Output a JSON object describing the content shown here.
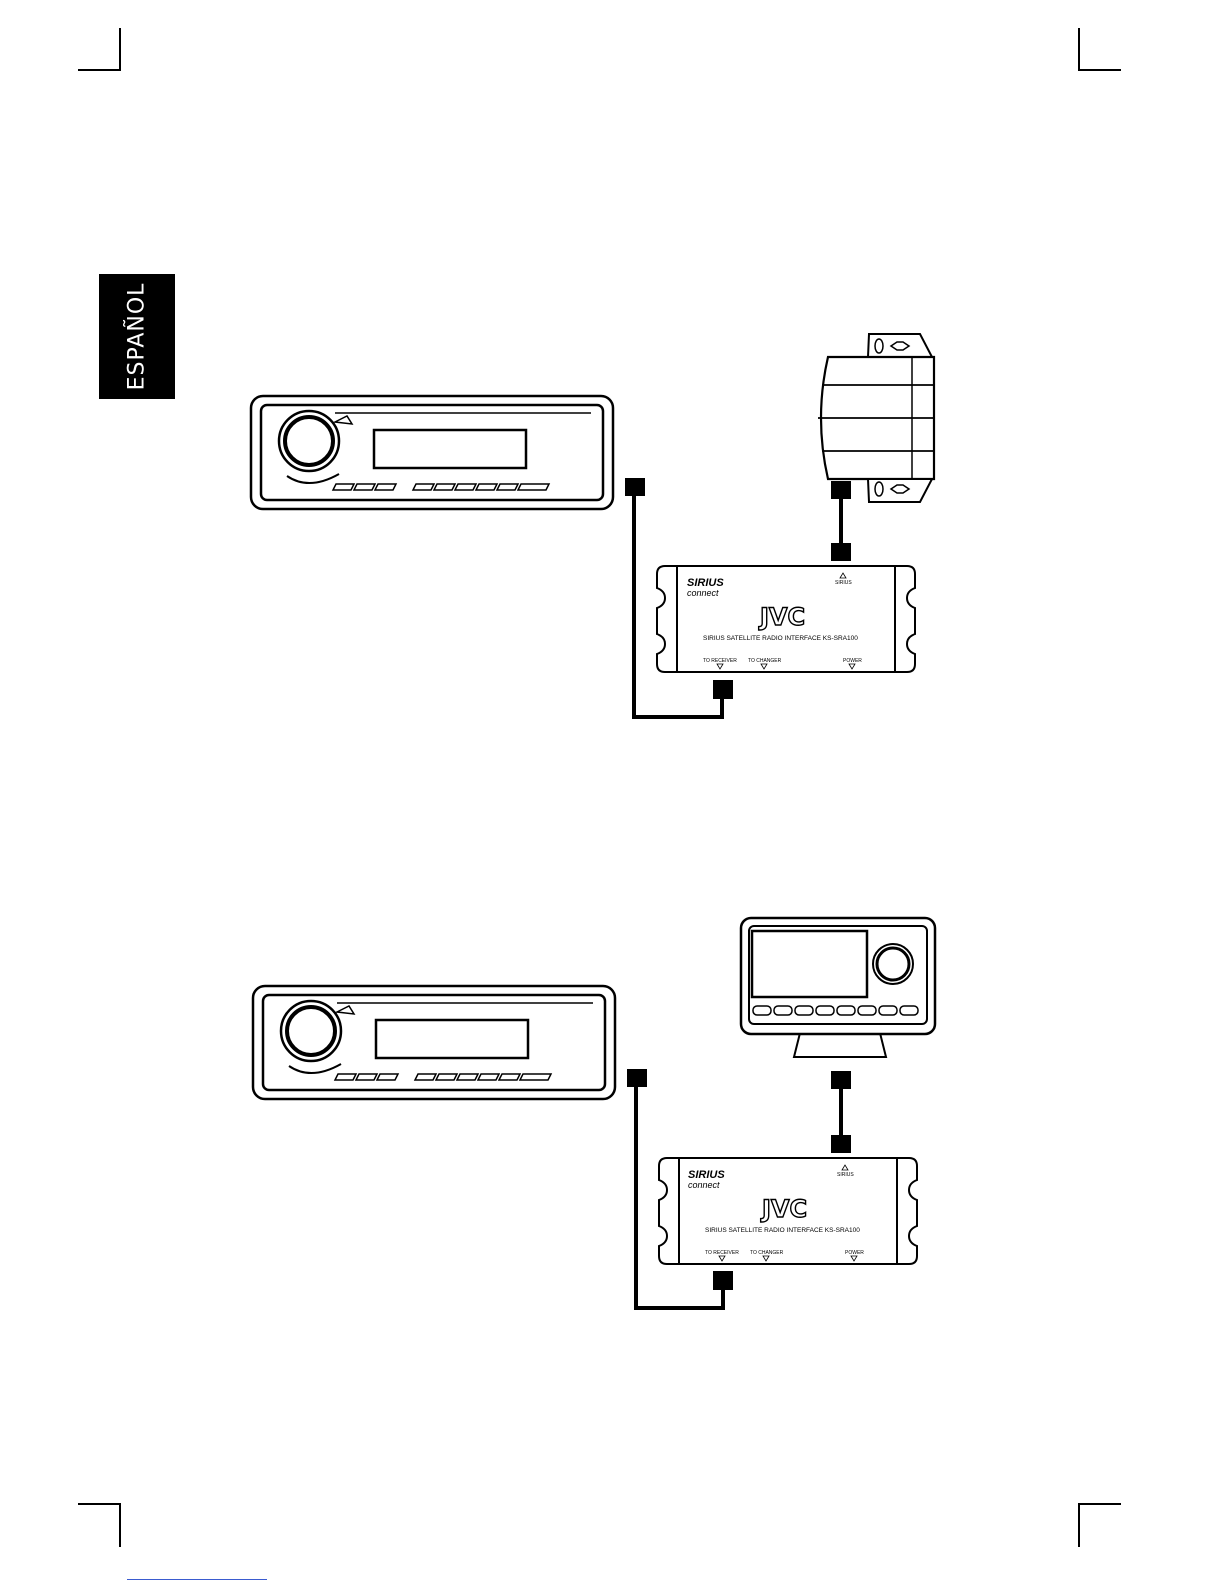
{
  "language_tab": "ESPAÑOL",
  "interface_box": {
    "brand_top": "SIRIUS",
    "brand_bottom": "connect",
    "logo": "JVC",
    "title": "SIRIUS SATELLITE RADIO INTERFACE  KS-SRA100",
    "port_receiver": "TO RECEIVER",
    "port_changer": "TO CHANGER",
    "port_power": "POWER",
    "port_sirius": "SIRIUS"
  },
  "diagram_top": {
    "tuner": "sirius-tuner-module",
    "head_unit": "car-receiver"
  },
  "diagram_bottom": {
    "tuner": "sirius-plug-and-play-radio",
    "head_unit": "car-receiver"
  }
}
